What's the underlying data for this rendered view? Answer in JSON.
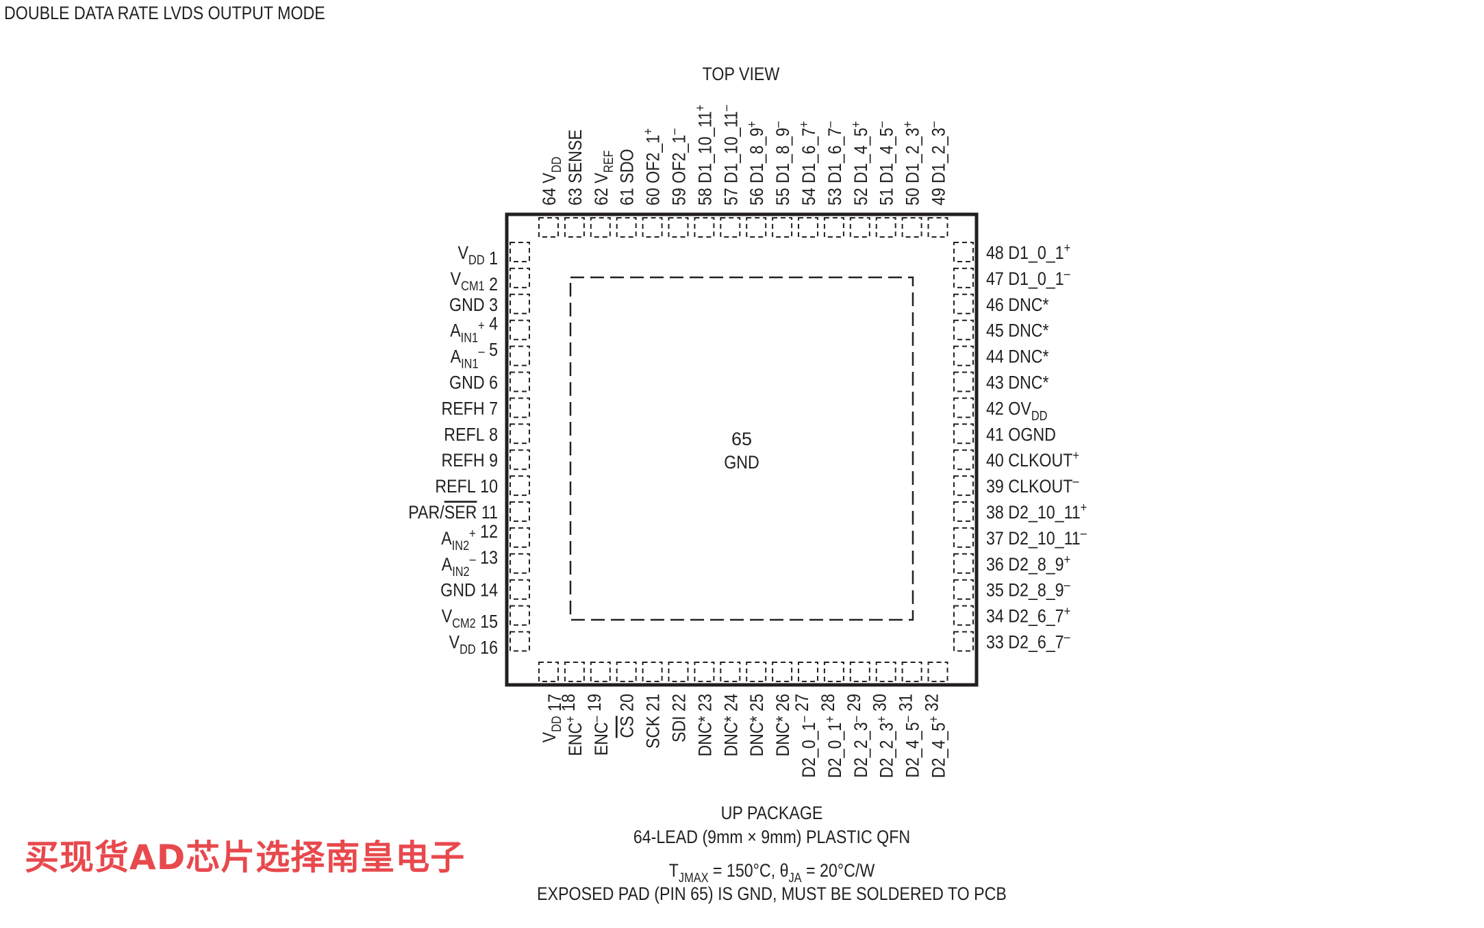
{
  "header": {
    "title": "DOUBLE DATA RATE LVDS OUTPUT MODE"
  },
  "view_label": "TOP VIEW",
  "exposed_pad": {
    "number": "65",
    "name": "GND"
  },
  "pins": {
    "left": [
      {
        "num": "1",
        "name": [
          [
            "V",
            ""
          ],
          [
            "DD",
            "sub"
          ]
        ]
      },
      {
        "num": "2",
        "name": [
          [
            "V",
            ""
          ],
          [
            "CM1",
            "sub"
          ]
        ]
      },
      {
        "num": "3",
        "name": [
          [
            "GND",
            ""
          ]
        ]
      },
      {
        "num": "4",
        "name": [
          [
            "A",
            ""
          ],
          [
            "IN1",
            "sub"
          ],
          [
            "+",
            "sup"
          ]
        ]
      },
      {
        "num": "5",
        "name": [
          [
            "A",
            ""
          ],
          [
            "IN1",
            "sub"
          ],
          [
            "–",
            "sup"
          ]
        ]
      },
      {
        "num": "6",
        "name": [
          [
            "GND",
            ""
          ]
        ]
      },
      {
        "num": "7",
        "name": [
          [
            "REFH",
            ""
          ]
        ]
      },
      {
        "num": "8",
        "name": [
          [
            "REFL",
            ""
          ]
        ]
      },
      {
        "num": "9",
        "name": [
          [
            "REFH",
            ""
          ]
        ]
      },
      {
        "num": "10",
        "name": [
          [
            "REFL",
            ""
          ]
        ]
      },
      {
        "num": "11",
        "name": [
          [
            "PAR/",
            ""
          ],
          [
            "SER",
            "over"
          ]
        ]
      },
      {
        "num": "12",
        "name": [
          [
            "A",
            ""
          ],
          [
            "IN2",
            "sub"
          ],
          [
            "+",
            "sup"
          ]
        ]
      },
      {
        "num": "13",
        "name": [
          [
            "A",
            ""
          ],
          [
            "IN2",
            "sub"
          ],
          [
            "–",
            "sup"
          ]
        ]
      },
      {
        "num": "14",
        "name": [
          [
            "GND",
            ""
          ]
        ]
      },
      {
        "num": "15",
        "name": [
          [
            "V",
            ""
          ],
          [
            "CM2",
            "sub"
          ]
        ]
      },
      {
        "num": "16",
        "name": [
          [
            "V",
            ""
          ],
          [
            "DD",
            "sub"
          ]
        ]
      }
    ],
    "right": [
      {
        "num": "48",
        "name": [
          [
            "D1_0_1",
            ""
          ],
          [
            "+",
            "sup"
          ]
        ]
      },
      {
        "num": "47",
        "name": [
          [
            "D1_0_1",
            ""
          ],
          [
            "–",
            "sup"
          ]
        ]
      },
      {
        "num": "46",
        "name": [
          [
            "DNC*",
            ""
          ]
        ]
      },
      {
        "num": "45",
        "name": [
          [
            "DNC*",
            ""
          ]
        ]
      },
      {
        "num": "44",
        "name": [
          [
            "DNC*",
            ""
          ]
        ]
      },
      {
        "num": "43",
        "name": [
          [
            "DNC*",
            ""
          ]
        ]
      },
      {
        "num": "42",
        "name": [
          [
            "OV",
            ""
          ],
          [
            "DD",
            "sub"
          ]
        ]
      },
      {
        "num": "41",
        "name": [
          [
            "OGND",
            ""
          ]
        ]
      },
      {
        "num": "40",
        "name": [
          [
            "CLKOUT",
            ""
          ],
          [
            "+",
            "sup"
          ]
        ]
      },
      {
        "num": "39",
        "name": [
          [
            "CLKOUT",
            ""
          ],
          [
            "–",
            "sup"
          ]
        ]
      },
      {
        "num": "38",
        "name": [
          [
            "D2_10_11",
            ""
          ],
          [
            "+",
            "sup"
          ]
        ]
      },
      {
        "num": "37",
        "name": [
          [
            "D2_10_11",
            ""
          ],
          [
            "–",
            "sup"
          ]
        ]
      },
      {
        "num": "36",
        "name": [
          [
            "D2_8_9",
            ""
          ],
          [
            "+",
            "sup"
          ]
        ]
      },
      {
        "num": "35",
        "name": [
          [
            "D2_8_9",
            ""
          ],
          [
            "–",
            "sup"
          ]
        ]
      },
      {
        "num": "34",
        "name": [
          [
            "D2_6_7",
            ""
          ],
          [
            "+",
            "sup"
          ]
        ]
      },
      {
        "num": "33",
        "name": [
          [
            "D2_6_7",
            ""
          ],
          [
            "–",
            "sup"
          ]
        ]
      }
    ],
    "top": [
      {
        "num": "64",
        "name": [
          [
            "V",
            ""
          ],
          [
            "DD",
            "sub"
          ]
        ]
      },
      {
        "num": "63",
        "name": [
          [
            "SENSE",
            ""
          ]
        ]
      },
      {
        "num": "62",
        "name": [
          [
            "V",
            ""
          ],
          [
            "REF",
            "sub"
          ]
        ]
      },
      {
        "num": "61",
        "name": [
          [
            "SDO",
            ""
          ]
        ]
      },
      {
        "num": "60",
        "name": [
          [
            "OF2_1",
            ""
          ],
          [
            "+",
            "sup"
          ]
        ]
      },
      {
        "num": "59",
        "name": [
          [
            "OF2_1",
            ""
          ],
          [
            "–",
            "sup"
          ]
        ]
      },
      {
        "num": "58",
        "name": [
          [
            "D1_10_11",
            ""
          ],
          [
            "+",
            "sup"
          ]
        ]
      },
      {
        "num": "57",
        "name": [
          [
            "D1_10_11",
            ""
          ],
          [
            "–",
            "sup"
          ]
        ]
      },
      {
        "num": "56",
        "name": [
          [
            "D1_8_9",
            ""
          ],
          [
            "+",
            "sup"
          ]
        ]
      },
      {
        "num": "55",
        "name": [
          [
            "D1_8_9",
            ""
          ],
          [
            "–",
            "sup"
          ]
        ]
      },
      {
        "num": "54",
        "name": [
          [
            "D1_6_7",
            ""
          ],
          [
            "+",
            "sup"
          ]
        ]
      },
      {
        "num": "53",
        "name": [
          [
            "D1_6_7",
            ""
          ],
          [
            "–",
            "sup"
          ]
        ]
      },
      {
        "num": "52",
        "name": [
          [
            "D1_4_5",
            ""
          ],
          [
            "+",
            "sup"
          ]
        ]
      },
      {
        "num": "51",
        "name": [
          [
            "D1_4_5",
            ""
          ],
          [
            "–",
            "sup"
          ]
        ]
      },
      {
        "num": "50",
        "name": [
          [
            "D1_2_3",
            ""
          ],
          [
            "+",
            "sup"
          ]
        ]
      },
      {
        "num": "49",
        "name": [
          [
            "D1_2_3",
            ""
          ],
          [
            "–",
            "sup"
          ]
        ]
      }
    ],
    "bottom": [
      {
        "num": "17",
        "name": [
          [
            "V",
            ""
          ],
          [
            "DD",
            "sub"
          ]
        ]
      },
      {
        "num": "18",
        "name": [
          [
            "ENC",
            ""
          ],
          [
            "+",
            "sup"
          ]
        ]
      },
      {
        "num": "19",
        "name": [
          [
            "ENC",
            ""
          ],
          [
            "–",
            "sup"
          ]
        ]
      },
      {
        "num": "20",
        "name": [
          [
            "CS",
            "over"
          ]
        ]
      },
      {
        "num": "21",
        "name": [
          [
            "SCK",
            ""
          ]
        ]
      },
      {
        "num": "22",
        "name": [
          [
            "SDI",
            ""
          ]
        ]
      },
      {
        "num": "23",
        "name": [
          [
            "DNC*",
            ""
          ]
        ]
      },
      {
        "num": "24",
        "name": [
          [
            "DNC*",
            ""
          ]
        ]
      },
      {
        "num": "25",
        "name": [
          [
            "DNC*",
            ""
          ]
        ]
      },
      {
        "num": "26",
        "name": [
          [
            "DNC*",
            ""
          ]
        ]
      },
      {
        "num": "27",
        "name": [
          [
            "D2_0_1",
            ""
          ],
          [
            "–",
            "sup"
          ]
        ]
      },
      {
        "num": "28",
        "name": [
          [
            "D2_0_1",
            ""
          ],
          [
            "+",
            "sup"
          ]
        ]
      },
      {
        "num": "29",
        "name": [
          [
            "D2_2_3",
            ""
          ],
          [
            "–",
            "sup"
          ]
        ]
      },
      {
        "num": "30",
        "name": [
          [
            "D2_2_3",
            ""
          ],
          [
            "+",
            "sup"
          ]
        ]
      },
      {
        "num": "31",
        "name": [
          [
            "D2_4_5",
            ""
          ],
          [
            "–",
            "sup"
          ]
        ]
      },
      {
        "num": "32",
        "name": [
          [
            "D2_4_5",
            ""
          ],
          [
            "+",
            "sup"
          ]
        ]
      }
    ]
  },
  "footer": {
    "package": "UP PACKAGE",
    "lead": "64-LEAD (9mm × 9mm) PLASTIC QFN",
    "thermal_parts": [
      "T",
      "JMAX",
      " = 150°C, θ",
      "JA",
      " = 20°C/W"
    ],
    "note": "EXPOSED PAD (PIN 65) IS GND, MUST BE SOLDERED TO PCB"
  },
  "watermark": "买现货AD芯片选择南皇电子",
  "colors": {
    "ink": "#231f20",
    "watermark": "#e8494d",
    "background": "#ffffff"
  }
}
